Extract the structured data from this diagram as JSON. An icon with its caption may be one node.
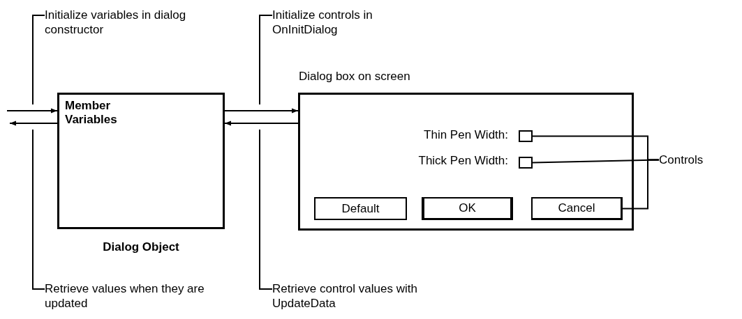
{
  "diagram": {
    "nodes": [
      {
        "text": [
          "Member Variables"
        ],
        "beside": [
          "Dialog Object"
        ]
      },
      {
        "text": [
          "Dialog box on screen"
        ]
      },
      {
        "text": [],
        "shape": "box",
        "in": 1
      },
      {
        "text": [],
        "shape": "box",
        "in": 1
      },
      {
        "text": [
          "Default"
        ],
        "in": 1
      },
      {
        "text": [
          "OK"
        ],
        "in": 1
      },
      {
        "text": [
          "Cancel"
        ],
        "in": 1
      },
      {
        "text": [
          "Controls"
        ]
      },
      {
        "text": [
          "Initialize variables in dialog constructor"
        ]
      },
      {
        "text": [
          "Retrieve values when they are updated"
        ]
      },
      {
        "text": [
          "Initialize controls in OnInitDialog"
        ]
      },
      {
        "text": [
          "Retrieve control values with UpdateData"
        ]
      }
    ],
    "edges": [
      {
        "from": null,
        "to": 0,
        "arrow": "to"
      },
      {
        "from": 0,
        "to": null,
        "arrow": "to"
      },
      {
        "from": 0,
        "to": 1,
        "arrow": "to"
      },
      {
        "from": 1,
        "to": 0,
        "arrow": "to"
      },
      {
        "from": 7,
        "to": 2,
        "arrow": "none"
      },
      {
        "from": 7,
        "to": 3,
        "arrow": "none"
      },
      {
        "from": 7,
        "to": 6,
        "arrow": "none"
      },
      {
        "from": 8,
        "to": null,
        "arrow": "none"
      },
      {
        "from": 9,
        "to": null,
        "arrow": "none"
      },
      {
        "from": 10,
        "to": null,
        "arrow": "none"
      },
      {
        "from": 11,
        "to": null,
        "arrow": "none"
      }
    ],
    "labels": [
      "Thin Pen Width:",
      "Thick Pen Width:"
    ]
  }
}
